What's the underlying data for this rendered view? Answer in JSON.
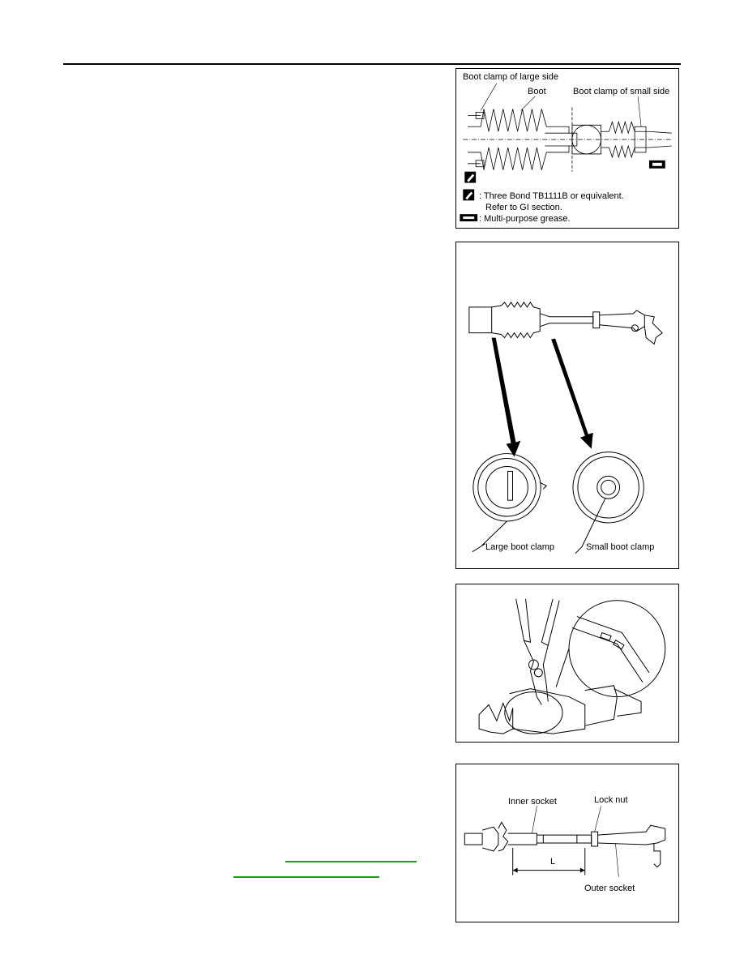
{
  "fig1": {
    "label_large_clamp": "Boot clamp of large side",
    "label_boot": "Boot",
    "label_small_clamp": "Boot clamp of small side",
    "legend_sealant": ": Three Bond TB1111B or equivalent.",
    "legend_sealant_ref": "Refer to GI section.",
    "legend_grease": ": Multi-purpose grease.",
    "sealant_icon": "sealant-icon",
    "grease_icon": "grease-icon"
  },
  "fig2": {
    "label_large": "Large boot clamp",
    "label_small": "Small boot clamp"
  },
  "fig4": {
    "label_inner": "Inner socket",
    "label_locknut": "Lock nut",
    "label_L": "L",
    "label_outer": "Outer socket"
  },
  "colors": {
    "link": "#1aa01a"
  }
}
